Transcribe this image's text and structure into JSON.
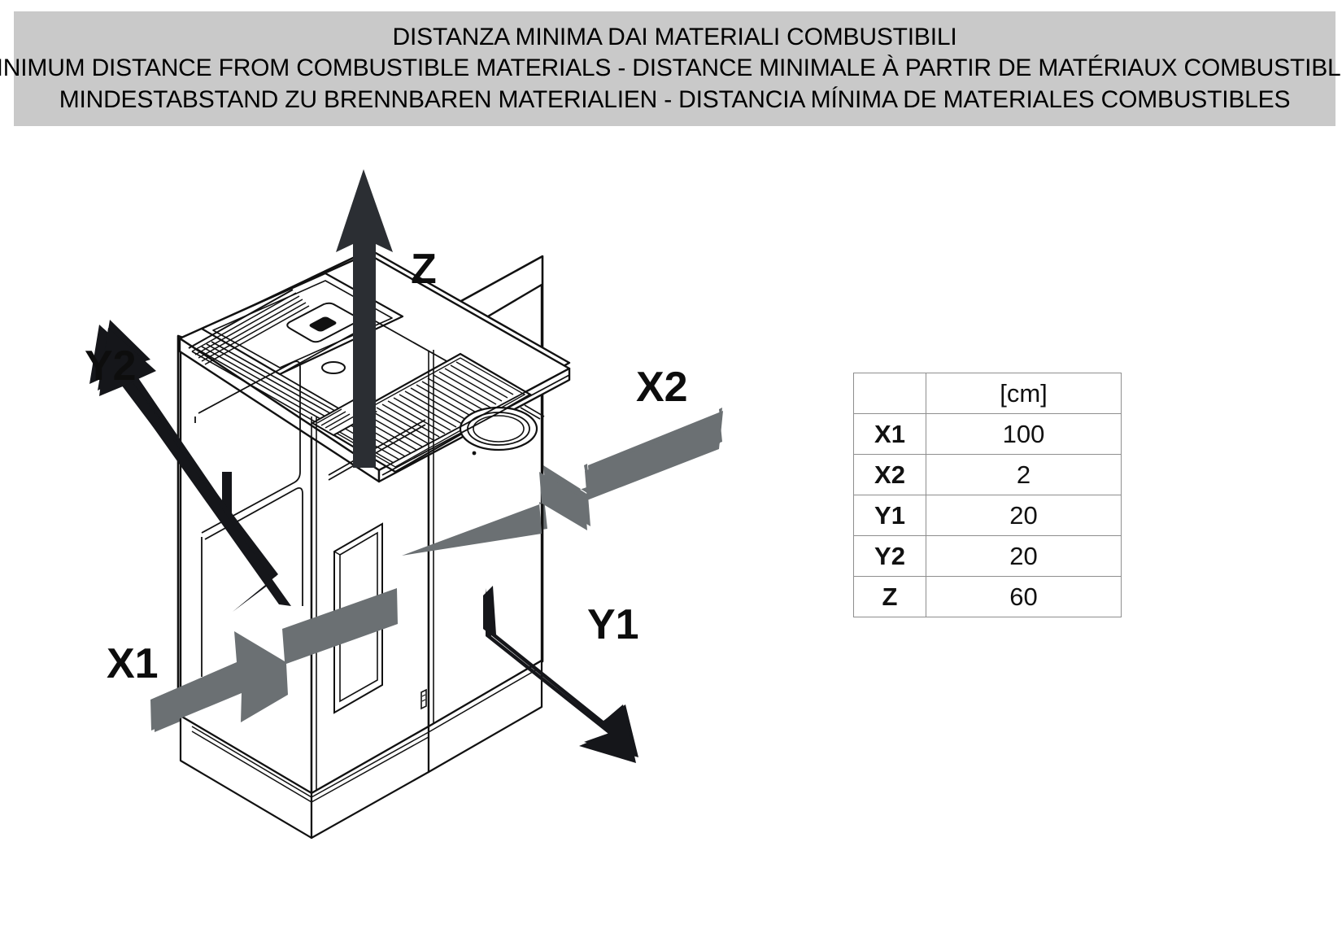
{
  "header": {
    "line1": "DISTANZA MINIMA DAI MATERIALI COMBUSTIBILI",
    "line2": "MINIMUM DISTANCE FROM COMBUSTIBLE MATERIALS - DISTANCE MINIMALE À PARTIR DE MATÉRIAUX COMBUSTIBLES",
    "line3": "MINDESTABSTAND ZU BRENNBAREN MATERIALIEN - DISTANCIA MÍNIMA DE MATERIALES COMBUSTIBLES",
    "background_color": "#c9c9c9"
  },
  "diagram": {
    "subject": "pellet-stove-isometric",
    "labels": {
      "y2": "Y2",
      "z": "Z",
      "x2": "X2",
      "x1": "X1",
      "y1": "Y1"
    },
    "arrow_colors": {
      "dark": "#2b2e33",
      "gray": "#6b7073",
      "outline": "#111111"
    }
  },
  "table": {
    "unit_header": "[cm]",
    "corner_label": "",
    "rows": [
      {
        "key": "X1",
        "value": "100"
      },
      {
        "key": "X2",
        "value": "2"
      },
      {
        "key": "Y1",
        "value": "20"
      },
      {
        "key": "Y2",
        "value": "20"
      },
      {
        "key": "Z",
        "value": "60"
      }
    ]
  },
  "chart_data": {
    "type": "table",
    "title": "DISTANZA MINIMA DAI MATERIALI COMBUSTIBILI",
    "categories": [
      "X1",
      "X2",
      "Y1",
      "Y2",
      "Z"
    ],
    "values": [
      100,
      2,
      20,
      20,
      60
    ],
    "unit": "cm",
    "ylabel": "[cm]"
  }
}
